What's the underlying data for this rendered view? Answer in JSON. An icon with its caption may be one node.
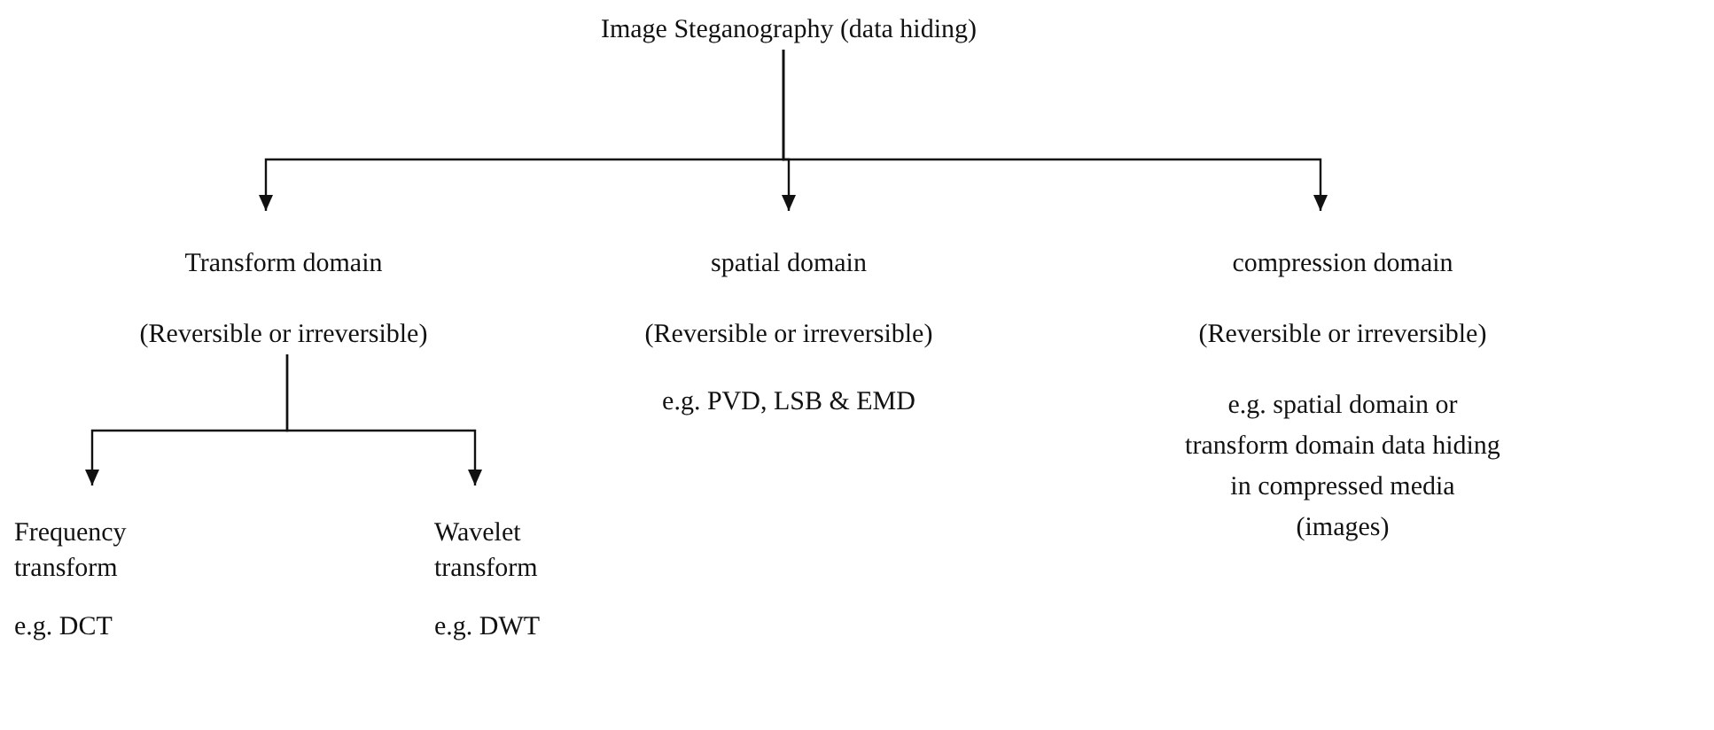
{
  "diagram": {
    "nodes": [
      {
        "text": [
          "Image Steganography (data hiding)"
        ]
      },
      {
        "text": [
          "Transform domain",
          "(Reversible or irreversible)"
        ]
      },
      {
        "text": [
          "spatial domain",
          "(Reversible or irreversible)",
          "e.g. PVD, LSB & EMD"
        ]
      },
      {
        "text": [
          "compression domain",
          "(Reversible or irreversible)",
          "e.g. spatial domain or transform domain data hiding in compressed media (images)"
        ]
      },
      {
        "text": [
          "Frequency transform",
          "e.g. DCT"
        ]
      },
      {
        "text": [
          "Wavelet transform",
          "e.g. DWT"
        ]
      }
    ],
    "edges": [
      {
        "from": 0,
        "to": 1,
        "arrow": "to"
      },
      {
        "from": 0,
        "to": 2,
        "arrow": "to"
      },
      {
        "from": 0,
        "to": 3,
        "arrow": "to"
      },
      {
        "from": 1,
        "to": 4,
        "arrow": "to"
      },
      {
        "from": 1,
        "to": 5,
        "arrow": "to"
      }
    ]
  }
}
